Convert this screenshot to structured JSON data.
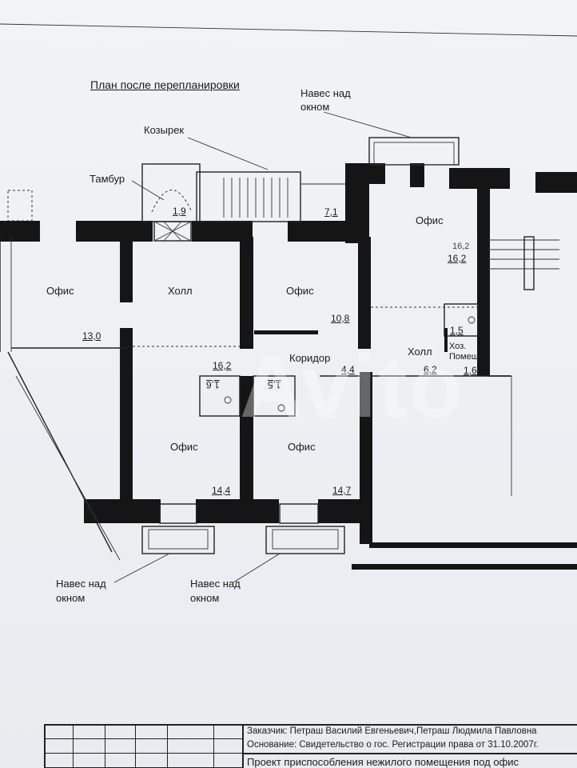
{
  "title": "План после перепланировки",
  "annotations": {
    "naves_top": [
      "Навес над",
      "окном"
    ],
    "kozyrek": "Козырек",
    "tambur": "Тамбур",
    "naves_bottom_left": [
      "Навес над",
      "окном"
    ],
    "naves_bottom_right": [
      "Навес над",
      "окном"
    ]
  },
  "rooms": [
    {
      "key": "office_left",
      "name": "Офис",
      "area": "13,0"
    },
    {
      "key": "hall",
      "name": "Холл",
      "area": "16,2"
    },
    {
      "key": "office_mid",
      "name": "Офис",
      "area": "10,8"
    },
    {
      "key": "office_right",
      "name": "Офис",
      "area": "16,2"
    },
    {
      "key": "corridor",
      "name": "Коридор",
      "area": "4,4"
    },
    {
      "key": "hall_right",
      "name": "Холл",
      "area": "6,2"
    },
    {
      "key": "storage",
      "name": "Хоз. Помещ.",
      "area": "1,6"
    },
    {
      "key": "office_bl",
      "name": "Офис",
      "area": "14,4"
    },
    {
      "key": "office_br",
      "name": "Офис",
      "area": "14,7"
    }
  ],
  "small_areas": {
    "tambur": "1,9",
    "stair": "7,1",
    "wc_right": "1,5",
    "wc_left": "1,6",
    "wc_mid": "1,5",
    "office_right_alt": "16,2"
  },
  "stamp": {
    "customer": "Заказчик: Петраш Василий Евгеньевич,Петраш Людмила Павловна",
    "basis": "Основание: Свидетельство о гос. Регистрации права от 31.10.2007г.",
    "project": "Проект приспособления нежилого помещения под офис"
  },
  "watermark": "Avito"
}
